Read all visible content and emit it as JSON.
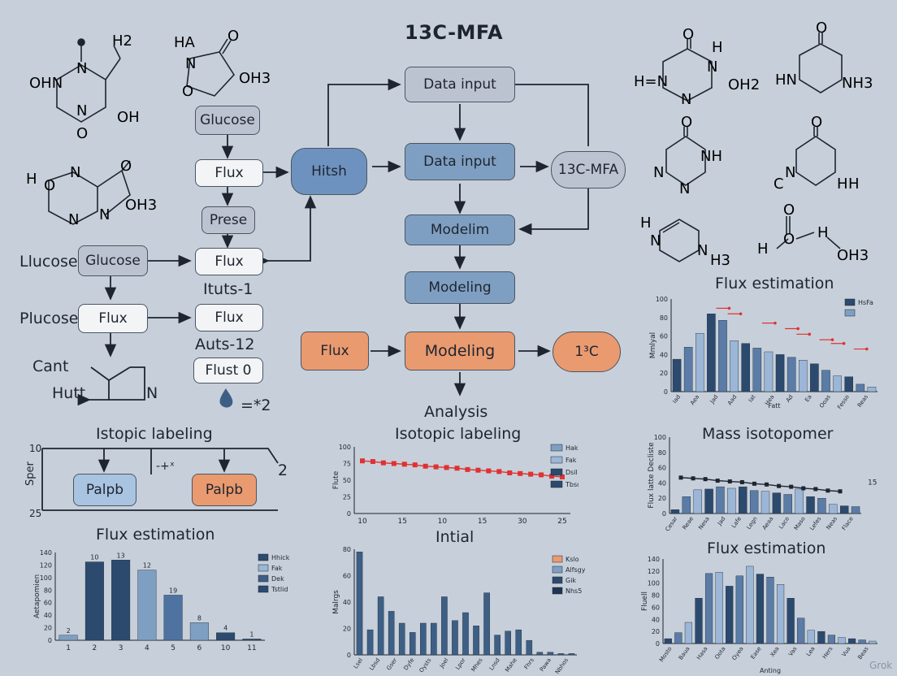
{
  "title": "13C-MFA",
  "molecules": {
    "m1": [
      "H2",
      "OHN",
      "N",
      "N",
      "O",
      "OH"
    ],
    "m2": [
      "HA",
      "O",
      "N",
      "O",
      "OH3"
    ],
    "m3": [
      "H",
      "O",
      "N",
      "O",
      "N",
      "N",
      "OH3"
    ],
    "m4": [
      "O",
      "H",
      "H=N",
      "N",
      "N",
      "OH2"
    ],
    "m5": [
      "O",
      "HN",
      "NH3"
    ],
    "m6": [
      "O",
      "NH",
      "N",
      "N"
    ],
    "m7": [
      "O",
      "C",
      "N",
      "H",
      "H"
    ],
    "m8": [
      "H",
      "N",
      "N",
      "H3"
    ],
    "m9": [
      "O",
      "H",
      "O",
      "H",
      "OH3"
    ]
  },
  "left_flow": {
    "glucose_top": "Glucose",
    "flux1": "Flux",
    "prese": "Prese",
    "llucose": "Llucose",
    "glucose_mid": "Glucose",
    "flux2": "Flux",
    "ituts": "Ituts-1",
    "plucose": "Plucose",
    "flux3": "Flux",
    "flux4": "Flux",
    "auts": "Auts-12",
    "flust": "Flust 0",
    "cant": "Cant",
    "hutt": "Hutt",
    "n_label": "N",
    "drop_label": "=*2"
  },
  "center_flow": {
    "hitsh": "Hitsh",
    "data_input_1": "Data input",
    "data_input_2": "Data input",
    "mfa": "13C-MFA",
    "modelim": "Modelim",
    "modeling_1": "Modeling",
    "flux": "Flux",
    "modeling_2": "Modeling",
    "c13": "1³C",
    "analysis": "Analysis"
  },
  "isotopic_left": {
    "title": "Istopic labeling",
    "box1": "Palpb",
    "box2": "Palpb",
    "y_top": "10",
    "y_bottom": "25",
    "y_label": "Sper",
    "mid_mark": "-+ˣ",
    "end_mark": "2"
  },
  "charts": {
    "flux_est_top": {
      "chart_data": {
        "type": "bar",
        "title": "Flux estimation",
        "ylabel": "Mmlyal",
        "xlabel": "Fatt",
        "ylim": [
          0,
          100
        ],
        "yticks": [
          "0",
          "20",
          "40",
          "60",
          "80",
          "100"
        ],
        "categories": [
          "Iad",
          "Aea",
          "Jad",
          "Aad",
          "Iat",
          "Hea",
          "Ad",
          "Ea",
          "Ooas",
          "Fesso",
          "Reas"
        ],
        "values": [
          35,
          48,
          63,
          84,
          77,
          55,
          52,
          47,
          43,
          40,
          37,
          34,
          30,
          23,
          17,
          16,
          8,
          5
        ],
        "legend": [
          "HsFa",
          ""
        ],
        "legend_colors": [
          "#2c4a6e",
          "#7f9fc2"
        ],
        "colors": [
          "#2c4a6e",
          "#5a7ca6",
          "#9bb6d6"
        ]
      }
    },
    "mass_iso": {
      "chart_data": {
        "type": "bar",
        "title": "Mass isotopomer",
        "ylabel": "Flux latte Decliste",
        "ylim": [
          0,
          100
        ],
        "yticks": [
          "0",
          "20",
          "40",
          "60",
          "80",
          "100"
        ],
        "categories": [
          "Cesar",
          "Reae",
          "Nesa",
          "Jad",
          "Lafe",
          "Legn",
          "Aeaa",
          "Laco",
          "Maso",
          "Lefes",
          "Neas",
          "Flace"
        ],
        "values": [
          5,
          22,
          31,
          32,
          35,
          33,
          35,
          30,
          29,
          27,
          25,
          32,
          22,
          20,
          12,
          10,
          9
        ],
        "line_values": [
          47,
          46,
          45,
          43,
          42,
          41,
          39,
          38,
          36,
          35,
          33,
          32,
          30,
          29
        ],
        "line_label": "15",
        "colors": [
          "#2c4a6e",
          "#5a7ca6",
          "#9bb6d6"
        ]
      }
    },
    "isotopic_line": {
      "chart_data": {
        "type": "line",
        "title": "Isotopic labeling",
        "ylabel": "Flute",
        "ylim": [
          0,
          100
        ],
        "yticks": [
          "0",
          "25",
          "50",
          "75",
          "100"
        ],
        "xticks": [
          "10",
          "15",
          "10",
          "15",
          "30",
          "25"
        ],
        "values": [
          79,
          78,
          76,
          75,
          74,
          73,
          71,
          70,
          69,
          68,
          66,
          65,
          64,
          63,
          61,
          60,
          59,
          58,
          56,
          55
        ],
        "legend": [
          "Hak",
          "Fak",
          "Dsil",
          "Tbsd"
        ],
        "legend_colors": [
          "#7f9fc2",
          "#9bb6d6",
          "#2c4a6e",
          "#2c4a6e"
        ],
        "color": "#e03131"
      }
    },
    "intial": {
      "chart_data": {
        "type": "bar",
        "title": "Intial",
        "ylabel": "Malrgs",
        "ylim": [
          0,
          80
        ],
        "yticks": [
          "0",
          "20",
          "40",
          "60",
          "80"
        ],
        "categories": [
          "Lsel",
          "Lbsd",
          "Gser",
          "Dyfe",
          "Oysts",
          "Joel",
          "Lpor",
          "Mhes",
          "Lnsd",
          "Mahe",
          "Fhrs",
          "Pawa",
          "Nbhos"
        ],
        "values": [
          78,
          19,
          44,
          33,
          24,
          17,
          24,
          24,
          44,
          26,
          32,
          22,
          47,
          15,
          18,
          19,
          11,
          2,
          2,
          1,
          1
        ],
        "legend": [
          "Kslo",
          "Alfsgy",
          "Gik",
          "Nhs5"
        ],
        "legend_colors": [
          "#ea9a6f",
          "#7f9fc2",
          "#2c4a6e",
          "#1f3550"
        ],
        "color": "#3e5f85"
      }
    },
    "flux_est_left": {
      "chart_data": {
        "type": "bar",
        "title": "Flux estimation",
        "ylabel": "Aetapomien",
        "ylim": [
          0,
          140
        ],
        "yticks": [
          "0",
          "20",
          "40",
          "60",
          "80",
          "100",
          "120",
          "140"
        ],
        "categories": [
          "1",
          "2",
          "3",
          "4",
          "5",
          "6",
          "10",
          "11"
        ],
        "values": [
          8,
          125,
          128,
          112,
          72,
          28,
          12,
          2
        ],
        "data_labels": [
          "2",
          "10",
          "13",
          "12",
          "19",
          "8",
          "4",
          "1"
        ],
        "legend": [
          "Hhick",
          "Fak",
          "Dek",
          "Tstlid"
        ],
        "legend_colors": [
          "#2c4a6e",
          "#9bb6d6",
          "#3e5f85",
          "#2c4a6e"
        ],
        "colors": [
          "#7f9fc2",
          "#2c4a6e",
          "#2c4a6e",
          "#7f9fc2",
          "#4f73a0",
          "#7f9fc2",
          "#2c4a6e",
          "#2c4a6e"
        ]
      }
    },
    "flux_est_right": {
      "chart_data": {
        "type": "bar",
        "title": "Flux estimation",
        "ylabel": "Fluell",
        "xlabel": "Anting",
        "ylim": [
          0,
          140
        ],
        "yticks": [
          "0",
          "20",
          "40",
          "60",
          "80",
          "100",
          "120",
          "140"
        ],
        "categories": [
          "Mosto",
          "Baua",
          "Hasa",
          "Oota",
          "Oyea",
          "Ease",
          "Xea",
          "Vas",
          "Lea",
          "Hers",
          "Vua",
          "Beas"
        ],
        "values": [
          8,
          18,
          35,
          75,
          116,
          118,
          95,
          112,
          128,
          115,
          110,
          98,
          75,
          42,
          22,
          20,
          14,
          10,
          8,
          6,
          4
        ],
        "colors": [
          "#2c4a6e",
          "#5a7ca6",
          "#9bb6d6"
        ]
      }
    }
  },
  "watermark": "Grok"
}
